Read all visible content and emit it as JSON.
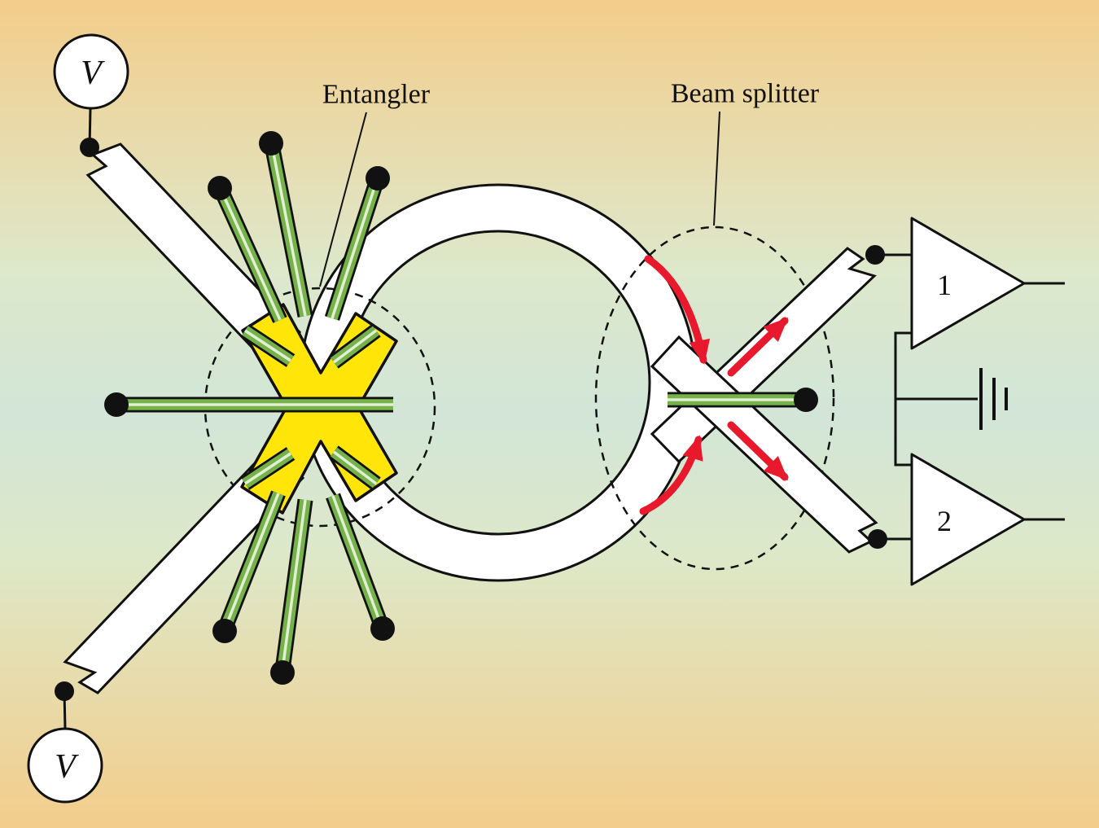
{
  "labels": {
    "entangler": "Entangler",
    "beam_splitter": "Beam splitter",
    "voltage_top": "V",
    "voltage_bottom": "V",
    "amplifier_1": "1",
    "amplifier_2": "2"
  },
  "colors": {
    "background_top": "#f3cd8b",
    "background_middle": "#d2e5d7",
    "background_bottom": "#f3cd8b",
    "channel_white": "#ffffff",
    "entangler_yellow": "#ffe608",
    "gate_green": "#76b24a",
    "gate_stripe": "#e2efd2",
    "arrow_red": "#e8192c",
    "line_black": "#111111"
  }
}
